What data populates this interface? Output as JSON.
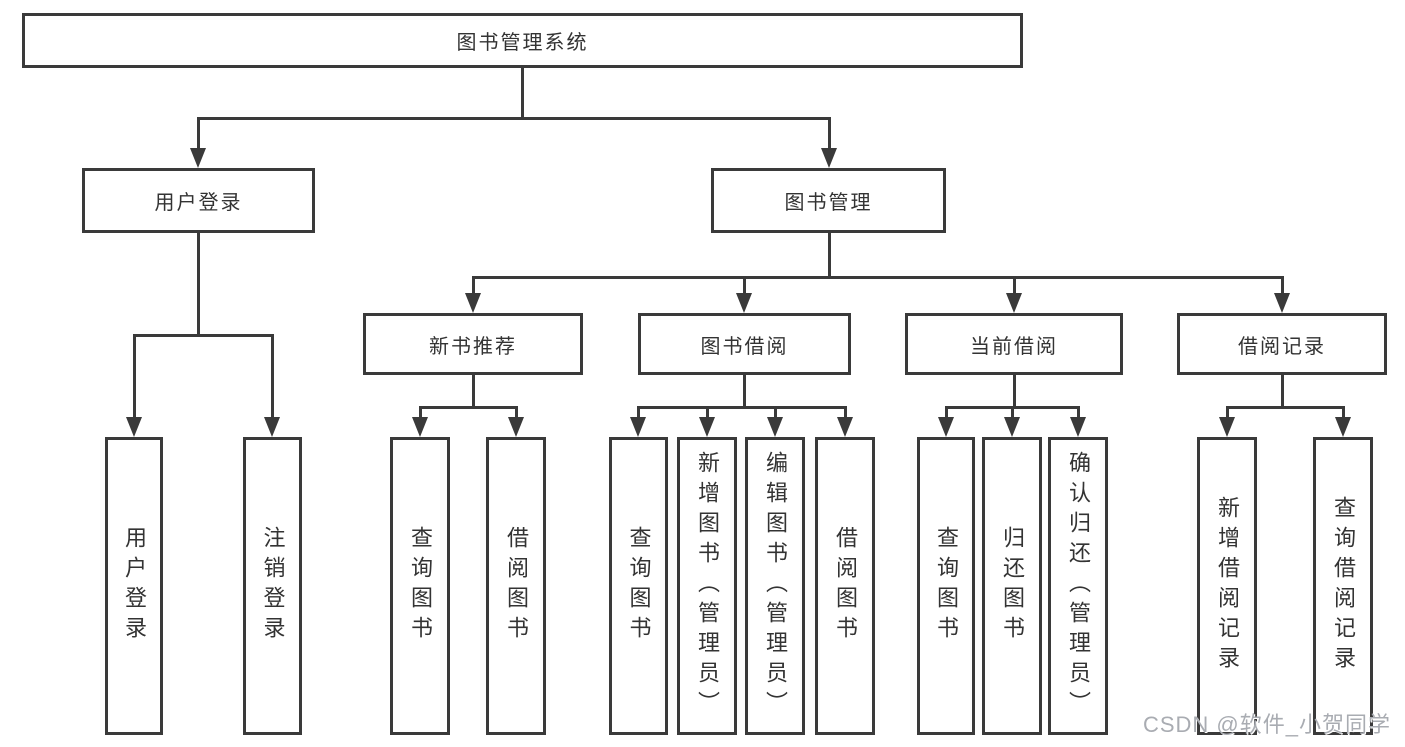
{
  "diagram_title": "图书管理系统",
  "watermark": "CSDN @软件_小贺同学",
  "colors": {
    "background": "#ffffff",
    "line": "#3a3a3a",
    "box_border": "#3a3a3a",
    "text": "#333333",
    "watermark": "#a9acb2"
  },
  "tree": {
    "label": "图书管理系统",
    "children": [
      {
        "label": "用户登录",
        "children": [
          {
            "label": "用户登录"
          },
          {
            "label": "注销登录"
          }
        ]
      },
      {
        "label": "图书管理",
        "children": [
          {
            "label": "新书推荐",
            "children": [
              {
                "label": "查询图书"
              },
              {
                "label": "借阅图书"
              }
            ]
          },
          {
            "label": "图书借阅",
            "children": [
              {
                "label": "查询图书"
              },
              {
                "label": "新增图书（管理员）"
              },
              {
                "label": "编辑图书（管理员）"
              },
              {
                "label": "借阅图书"
              }
            ]
          },
          {
            "label": "当前借阅",
            "children": [
              {
                "label": "查询图书"
              },
              {
                "label": "归还图书"
              },
              {
                "label": "确认归还（管理员）"
              }
            ]
          },
          {
            "label": "借阅记录",
            "children": [
              {
                "label": "新增借阅记录"
              },
              {
                "label": "查询借阅记录"
              }
            ]
          }
        ]
      }
    ]
  }
}
